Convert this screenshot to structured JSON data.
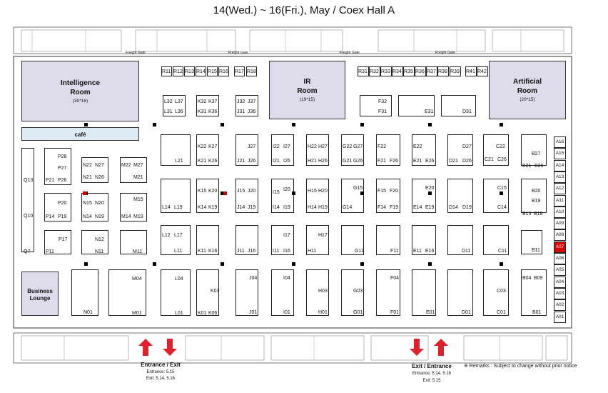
{
  "title": "14(Wed.) ~ 16(Fri.), May / Coex Hall A",
  "gates": [
    "Freight Gate",
    "Freight Gate",
    "Freight Gate",
    "Freight Gate"
  ],
  "rooms": {
    "intelligence": {
      "name_line1": "Intelligence",
      "name_line2": "Room",
      "size": "(30*16)"
    },
    "ir": {
      "name_line1": "IR",
      "name_line2": "Room",
      "size": "(19*15)"
    },
    "artificial": {
      "name_line1": "Artificial",
      "name_line2": "Room",
      "size": "(20*15)"
    },
    "business": {
      "name_line1": "Business",
      "name_line2": "Lounge"
    },
    "cafe": "café"
  },
  "booths": [
    "R11",
    "R12",
    "R13",
    "R14",
    "R15",
    "R16",
    "R17",
    "R18",
    "R31",
    "R32",
    "R33",
    "R34",
    "R35",
    "R36",
    "R37",
    "R38",
    "R39",
    "R41",
    "R42",
    "L32",
    "L37",
    "L31",
    "L36",
    "K32",
    "K37",
    "K31",
    "K36",
    "J32",
    "J37",
    "J31",
    "J36",
    "F32",
    "F31",
    "E31",
    "D31",
    "L21",
    "K22",
    "K27",
    "K21",
    "K26",
    "J27",
    "J21",
    "J26",
    "I22",
    "I27",
    "I21",
    "I26",
    "H22",
    "H27",
    "H21",
    "H26",
    "G22",
    "G27",
    "G21",
    "G26",
    "F22",
    "F21",
    "F26",
    "E22",
    "E21",
    "E26",
    "D27",
    "D21",
    "D26",
    "C22",
    "C21",
    "C26",
    "B27",
    "B21",
    "B26",
    "P28",
    "P27",
    "P21",
    "P26",
    "N22",
    "N27",
    "N21",
    "N26",
    "M22",
    "M27",
    "M21",
    "Q13",
    "P20",
    "P14",
    "P19",
    "N15",
    "N20",
    "N14",
    "N19",
    "M15",
    "M14",
    "M19",
    "L14",
    "L19",
    "K15",
    "K20",
    "K14",
    "K19",
    "J15",
    "J20",
    "J14",
    "J19",
    "I20",
    "I15",
    "I14",
    "I19",
    "H15",
    "H20",
    "H14",
    "H19",
    "G15",
    "G14",
    "F15",
    "F20",
    "F14",
    "F19",
    "E20",
    "E14",
    "E19",
    "D14",
    "D19",
    "C15",
    "C14",
    "B20",
    "B19",
    "B13",
    "B18",
    "Q10",
    "Q7",
    "P17",
    "P11",
    "N12",
    "N11",
    "M11",
    "L12",
    "L17",
    "L11",
    "K11",
    "K16",
    "J11",
    "J16",
    "I17",
    "I11",
    "I16",
    "H17",
    "H11",
    "G11",
    "F11",
    "E11",
    "E16",
    "D11",
    "C11",
    "B11",
    "N01",
    "M04",
    "M01",
    "L04",
    "L01",
    "K03",
    "K01",
    "K06",
    "J04",
    "J01",
    "I04",
    "I01",
    "H03",
    "H01",
    "G03",
    "G01",
    "F04",
    "F01",
    "E01",
    "D01",
    "C03",
    "C01",
    "B04",
    "B09",
    "B01"
  ],
  "a_column": [
    "A16",
    "A15",
    "A14",
    "A13",
    "A12",
    "A11",
    "A10",
    "A09",
    "A08",
    "A07",
    "A06",
    "A05",
    "A04",
    "A03",
    "A02",
    "A01"
  ],
  "entrance_left": {
    "label": "Entrance / Exit",
    "line1": "Entrance: 5.15",
    "line2": "Exit: 5.14, 5.16"
  },
  "entrance_right": {
    "label": "Exit / Entrance",
    "line1": "Entrance: 5.14, 5.16",
    "line2": "Exit: 5.15"
  },
  "remark": "※ Remarks : Subject to change without prior notice",
  "colors": {
    "room": "#dedceb",
    "cafe": "#dcebf3",
    "highlight": "#d00000",
    "arrow": "#e0202a"
  }
}
